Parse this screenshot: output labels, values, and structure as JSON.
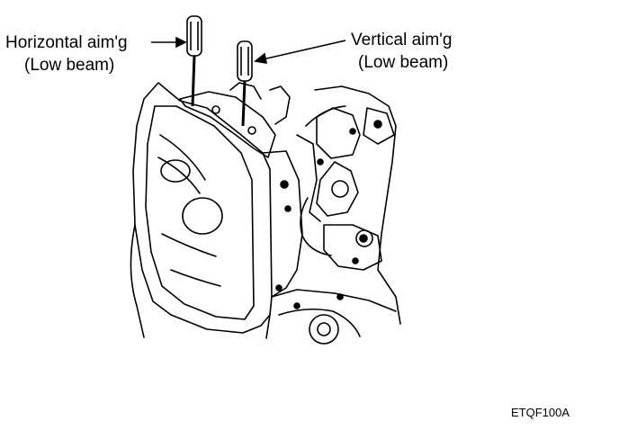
{
  "callouts": {
    "horizontal_line1": "Horizontal aim'g",
    "horizontal_line2": "(Low beam)",
    "vertical_line1": "Vertical aim'g",
    "vertical_line2": "(Low beam)"
  },
  "figure_code": "ETQF100A"
}
